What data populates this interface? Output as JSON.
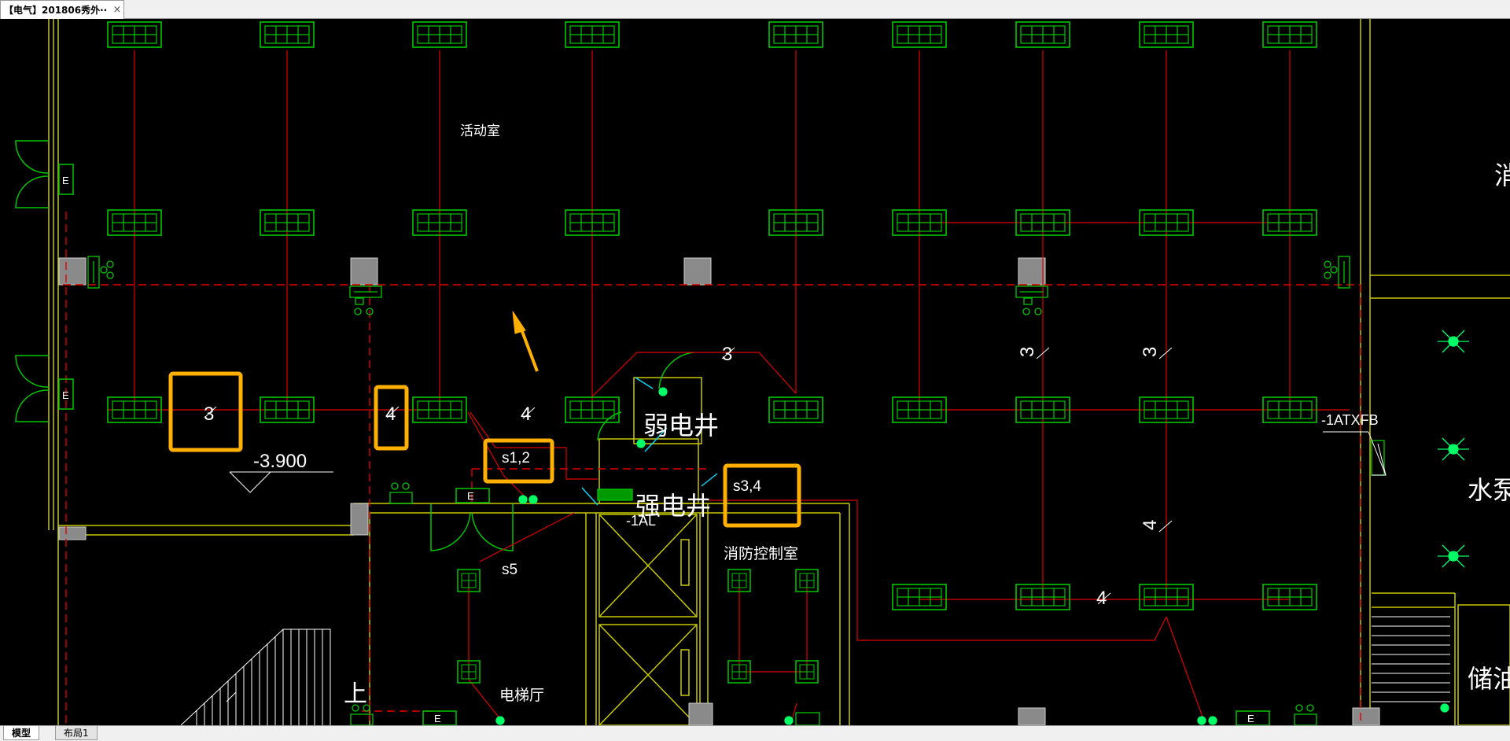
{
  "document_tab": {
    "title": "【电气】201806秀外··",
    "close_glyph": "×"
  },
  "layout_tabs": [
    {
      "label": "模型"
    },
    {
      "label": "布局1"
    }
  ],
  "drawing": {
    "room_labels": {
      "activity_room": "活动室",
      "weak_shaft": "弱电井",
      "strong_shaft": "强电井",
      "fire_control": "消防控制室",
      "elevator_hall": "电梯厅",
      "pump_room": "水泵",
      "oil_storage": "储油",
      "edge_char": "消",
      "stair_up": "上"
    },
    "elevation": "-3.900",
    "panel_labels": {
      "p1": "-1AL",
      "p2": "-1ATXFB"
    },
    "circuit_labels": {
      "s12": "s1,2",
      "s34": "s3,4",
      "s5": "s5"
    },
    "wire_counts": {
      "c3a": "3",
      "c4a": "4",
      "c4b": "4",
      "c3top": "3",
      "c3r1": "3",
      "c3r2": "3",
      "c4r": "4",
      "c4bot": "4"
    },
    "exit_sign": "E",
    "colors": {
      "background": "#000000",
      "fixture": "#00c800",
      "wire": "#e00000",
      "wall": "#c8c800",
      "highlight": "#ffb000",
      "text": "#ffffff",
      "emergency": "#00ff66",
      "cyan": "#00e0ff"
    }
  }
}
